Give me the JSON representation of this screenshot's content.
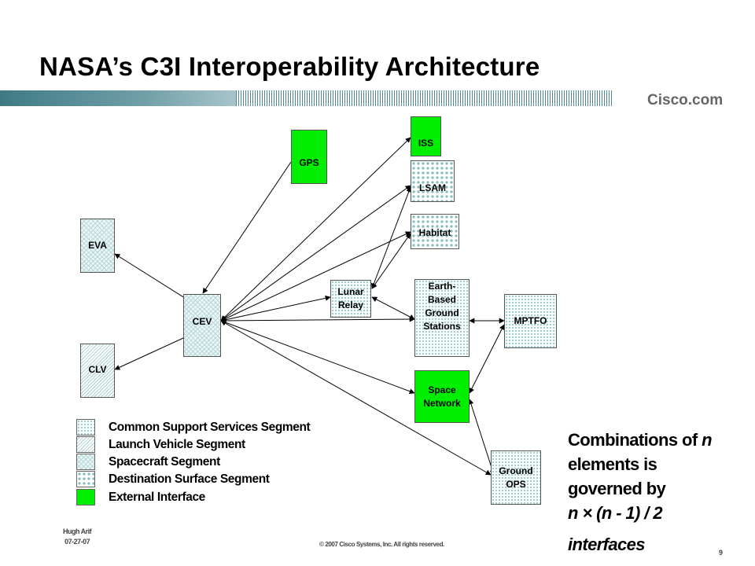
{
  "title": "NASA’s C3I Interoperability Architecture",
  "brand": "Cisco.com",
  "colors": {
    "external_interface": "#00ee00",
    "banner": "#4d8994",
    "brand_text": "#666666"
  },
  "nodes": {
    "gps": "GPS",
    "iss": "ISS",
    "lsam": "LSAM",
    "habitat": "Habitat",
    "eva": "EVA",
    "lunar_relay": [
      "Lunar",
      "Relay"
    ],
    "earth_stations": [
      "Earth-",
      "Based",
      "Ground",
      "Stations"
    ],
    "cev": "CEV",
    "mptfo": "MPTFO",
    "clv": "CLV",
    "space_network": [
      "Space",
      "Network"
    ],
    "ground_ops": [
      "Ground",
      "OPS"
    ]
  },
  "legend": [
    {
      "label": "Common Support Services Segment"
    },
    {
      "label": "Launch Vehicle Segment"
    },
    {
      "label": "Spacecraft Segment"
    },
    {
      "label": "Destination Surface Segment"
    },
    {
      "label": "External Interface"
    }
  ],
  "note": {
    "line1_a": "Combinations of ",
    "line1_n": "n",
    "line2": "elements is",
    "line3": "governed by",
    "line4": "n × (n - 1) / 2",
    "line5": "interfaces"
  },
  "footer": {
    "author": [
      "Hugh Arif",
      "07-27-07"
    ],
    "copyright": "© 2007 Cisco Systems, Inc. All rights reserved.",
    "page": "9"
  }
}
